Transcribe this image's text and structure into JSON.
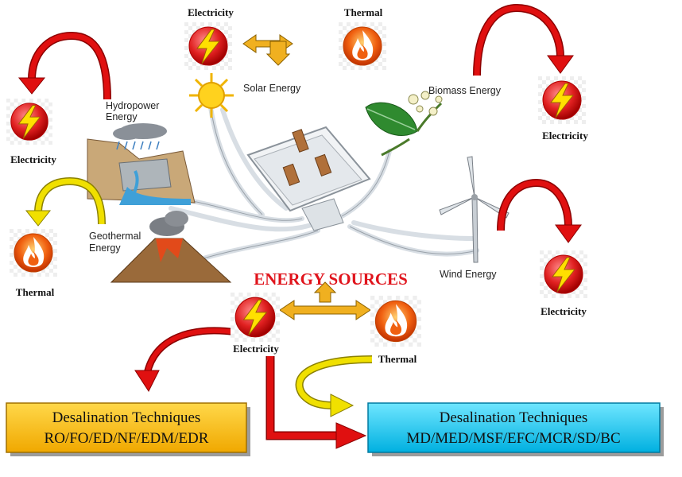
{
  "title": "ENERGY SOURCES",
  "sources": {
    "solar": "Solar Energy",
    "biomass": "Biomass Energy",
    "hydropower_line1": "Hydropower",
    "hydropower_line2": "Energy",
    "geothermal_line1": "Geothermal",
    "geothermal_line2": "Energy",
    "wind": "Wind Energy"
  },
  "outputs": {
    "electricity": "Electricity",
    "thermal": "Thermal"
  },
  "boxes": {
    "left": {
      "line1": "Desalination Techniques",
      "line2": "RO/FO/ED/NF/EDM/EDR",
      "color": "#ffc000"
    },
    "right": {
      "line1": "Desalination Techniques",
      "line2": "MD/MED/MSF/EFC/MCR/SD/BC",
      "color": "#00c8f0"
    }
  },
  "colors": {
    "electricity_icon": "#e02020",
    "thermal_icon": "#f06010",
    "red_arrow": "#e01010",
    "yellow_arrow": "#f0e000",
    "double_arrow": "#f0b020",
    "title": "#e0141c"
  }
}
